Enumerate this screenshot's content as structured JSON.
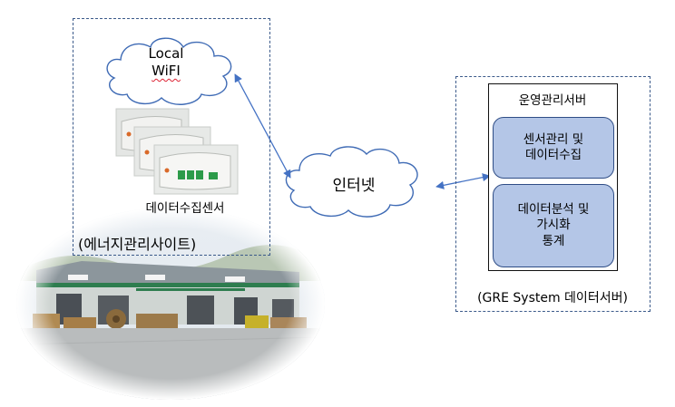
{
  "left_site": {
    "cloud_line1": "Local",
    "cloud_line2": "WiFI",
    "sensor_label": "데이터수집센서",
    "site_label": "(에너지관리사이트)"
  },
  "internet": {
    "label": "인터넷"
  },
  "server": {
    "title": "운영관리서버",
    "module1_line1": "센서관리 및",
    "module1_line2": "데이터수집",
    "module2_line1": "데이터분석 및",
    "module2_line2": "가시화",
    "module2_line3": "통계",
    "footer_label": "(GRE System 데이터서버)"
  },
  "colors": {
    "module_fill": "#b4c6e7",
    "module_border": "#2f4d86",
    "dashed_border": "#3b5a8a",
    "arrow": "#4472c4"
  },
  "icons": [
    "cloud-icon",
    "sensor-device-icon",
    "double-arrow-icon",
    "warehouse-photo"
  ]
}
